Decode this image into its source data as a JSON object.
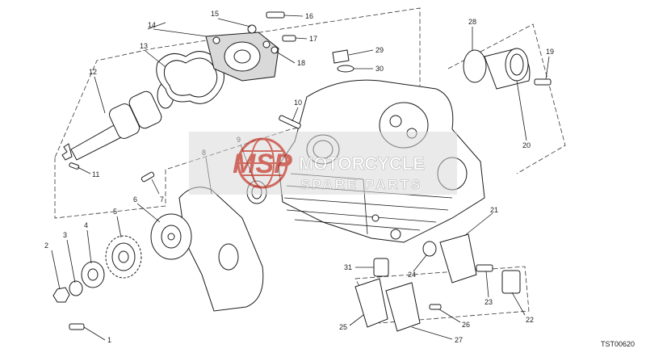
{
  "diagram": {
    "callouts": [
      "1",
      "2",
      "3",
      "4",
      "5",
      "6",
      "7",
      "8",
      "9",
      "10",
      "11",
      "12",
      "13",
      "14",
      "15",
      "16",
      "17",
      "18",
      "19",
      "20",
      "21",
      "22",
      "23",
      "24",
      "25",
      "26",
      "27",
      "28",
      "29",
      "30",
      "31"
    ],
    "document_code": "TST00620"
  },
  "watermark": {
    "logo_text": "MSP",
    "line1": "MOTORCYCLE",
    "line2": "SPARE PARTS"
  },
  "colors": {
    "watermark_red": "#c0392b",
    "watermark_band": "#d6d6d6",
    "line": "#1a1a1a"
  }
}
